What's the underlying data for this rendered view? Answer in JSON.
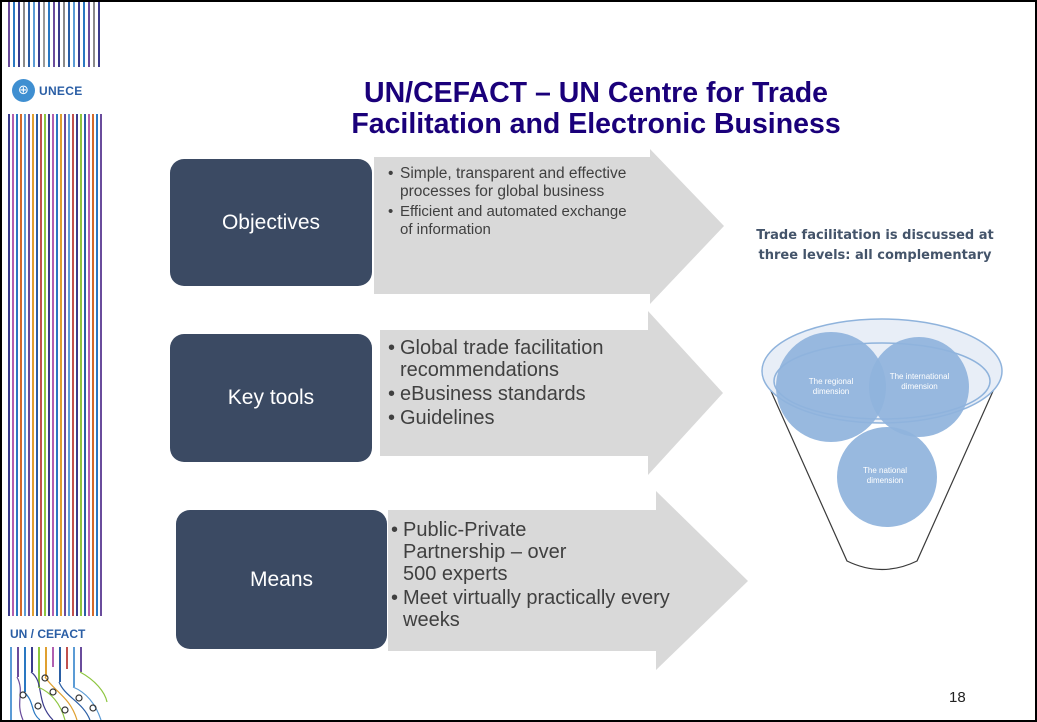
{
  "logos": {
    "unece": "UNECE",
    "cefact": "UN / CEFACT"
  },
  "title": {
    "line1": "UN/CEFACT – UN Centre for Trade",
    "line2": "Facilitation and Electronic Business"
  },
  "rows": [
    {
      "label": "Objectives",
      "bullets": [
        "Simple, transparent and effective processes for global business",
        "Efficient and automated exchange of information"
      ]
    },
    {
      "label": "Key tools",
      "bullets": [
        "Global trade facilitation recommendations",
        "eBusiness  standards",
        "Guidelines"
      ]
    },
    {
      "label": "Means",
      "bullets": [
        "Public-Private Partnership – over 500 experts",
        "Meet virtually practically every weeks"
      ]
    }
  ],
  "side_caption": "Trade facilitation is discussed at three levels: all complementary",
  "funnel": {
    "regional": "The regional dimension",
    "international": "The international dimension",
    "national": "The national dimension"
  },
  "colors": {
    "title": "#1a007a",
    "box": "#3b4a63",
    "arrow": "#d9d9d9",
    "circle": "#8fb3dc"
  },
  "page_number": "18"
}
